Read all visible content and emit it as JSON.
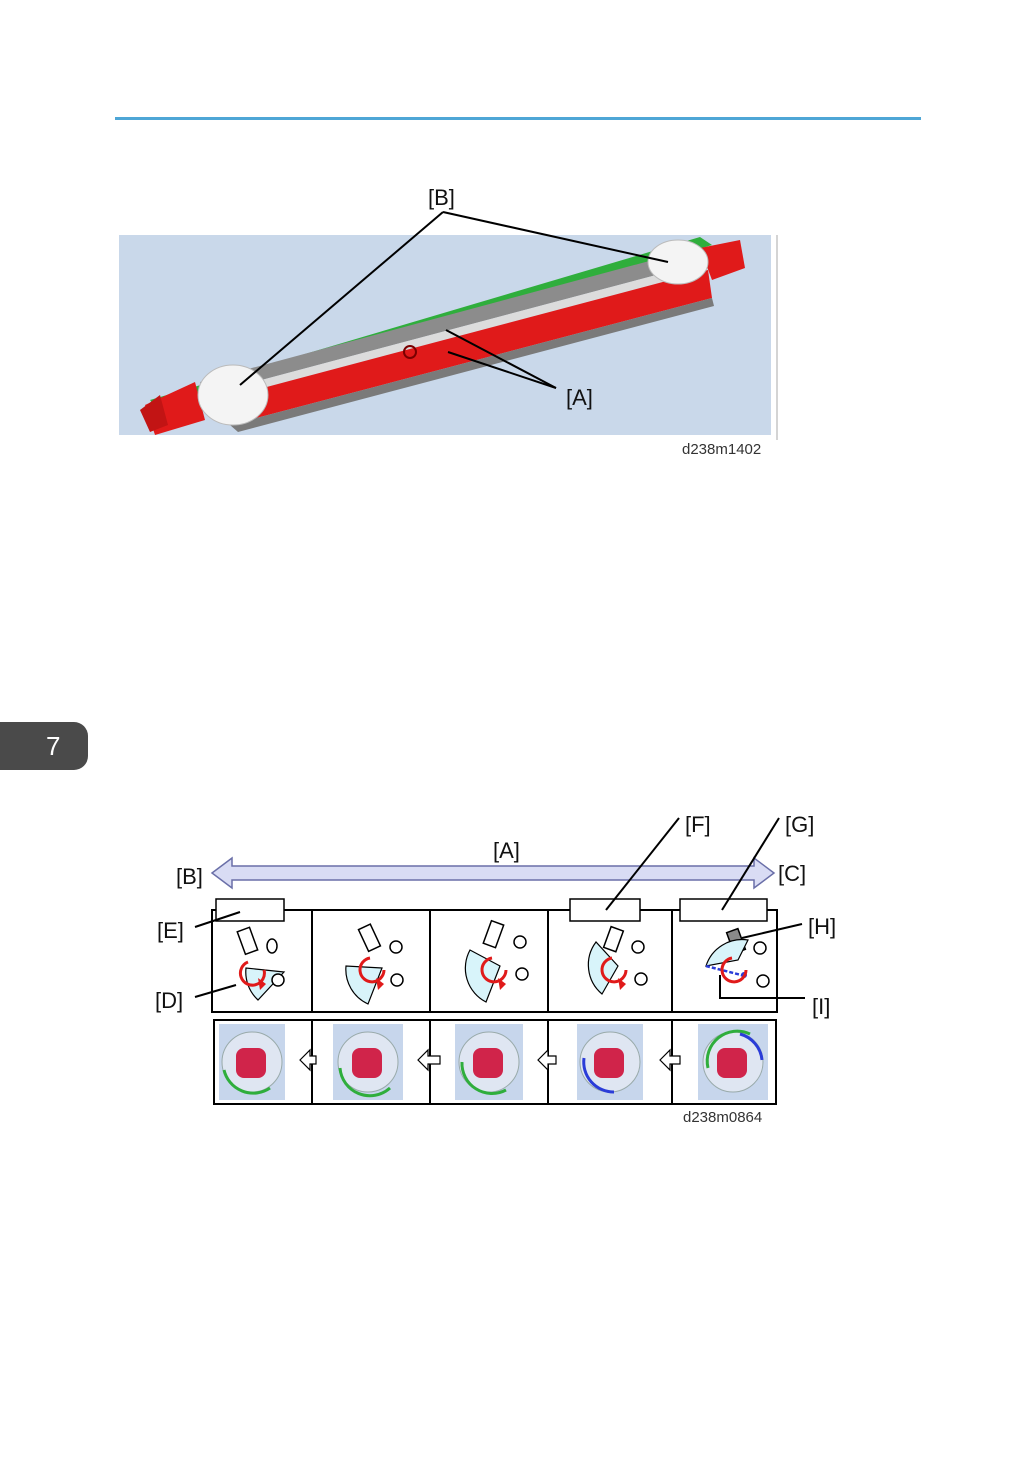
{
  "page": {
    "chapter_tab": "7"
  },
  "figure1": {
    "id": "d238m1402",
    "callouts": {
      "a": "[A]",
      "b": "[B]"
    },
    "colors": {
      "background": "#c9d8ea",
      "red": "#e01a1a",
      "green": "#2fae3c",
      "white": "#f4f4f4"
    }
  },
  "figure2": {
    "id": "d238m0864",
    "callouts": {
      "a": "[A]",
      "b": "[B]",
      "c": "[C]",
      "d": "[D]",
      "e": "[E]",
      "f": "[F]",
      "g": "[G]",
      "h": "[H]",
      "i": "[I]"
    },
    "colors": {
      "arrow": "#d9dcf4",
      "sector": "#d8f4fa",
      "red": "#e01a1a",
      "blue": "#2a3cd8",
      "thumb_bg": "#c7d6ec"
    }
  }
}
